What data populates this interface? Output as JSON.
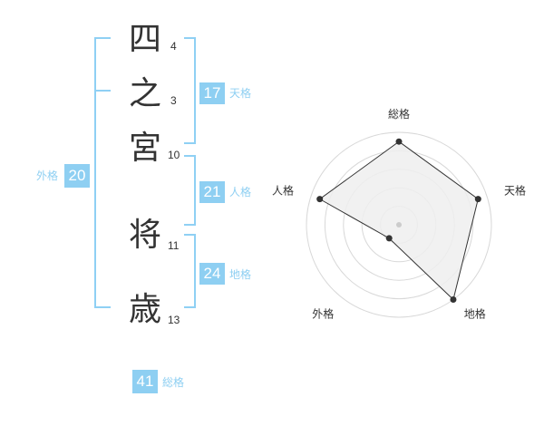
{
  "name": {
    "chars": [
      {
        "char": "四",
        "strokes": "4"
      },
      {
        "char": "之",
        "strokes": "3"
      },
      {
        "char": "宮",
        "strokes": "10"
      },
      {
        "char": "将",
        "strokes": "11"
      },
      {
        "char": "歳",
        "strokes": "13"
      }
    ]
  },
  "scores": {
    "tenkaku": {
      "value": "17",
      "label": "天格"
    },
    "jinkaku": {
      "value": "21",
      "label": "人格"
    },
    "chikaku": {
      "value": "24",
      "label": "地格"
    },
    "gaikaku": {
      "value": "20",
      "label": "外格"
    },
    "soukaku": {
      "value": "41",
      "label": "総格"
    }
  },
  "chart_data": {
    "type": "radar",
    "axes": [
      "総格",
      "天格",
      "地格",
      "外格",
      "人格"
    ],
    "rings": 5,
    "max": 5,
    "values": [
      4.5,
      4.5,
      5,
      0.9,
      4.5
    ],
    "colors": {
      "fill": "#eeeeee",
      "line": "#333333",
      "grid": "#d8d8d8",
      "accent": "#8ecff2"
    }
  }
}
